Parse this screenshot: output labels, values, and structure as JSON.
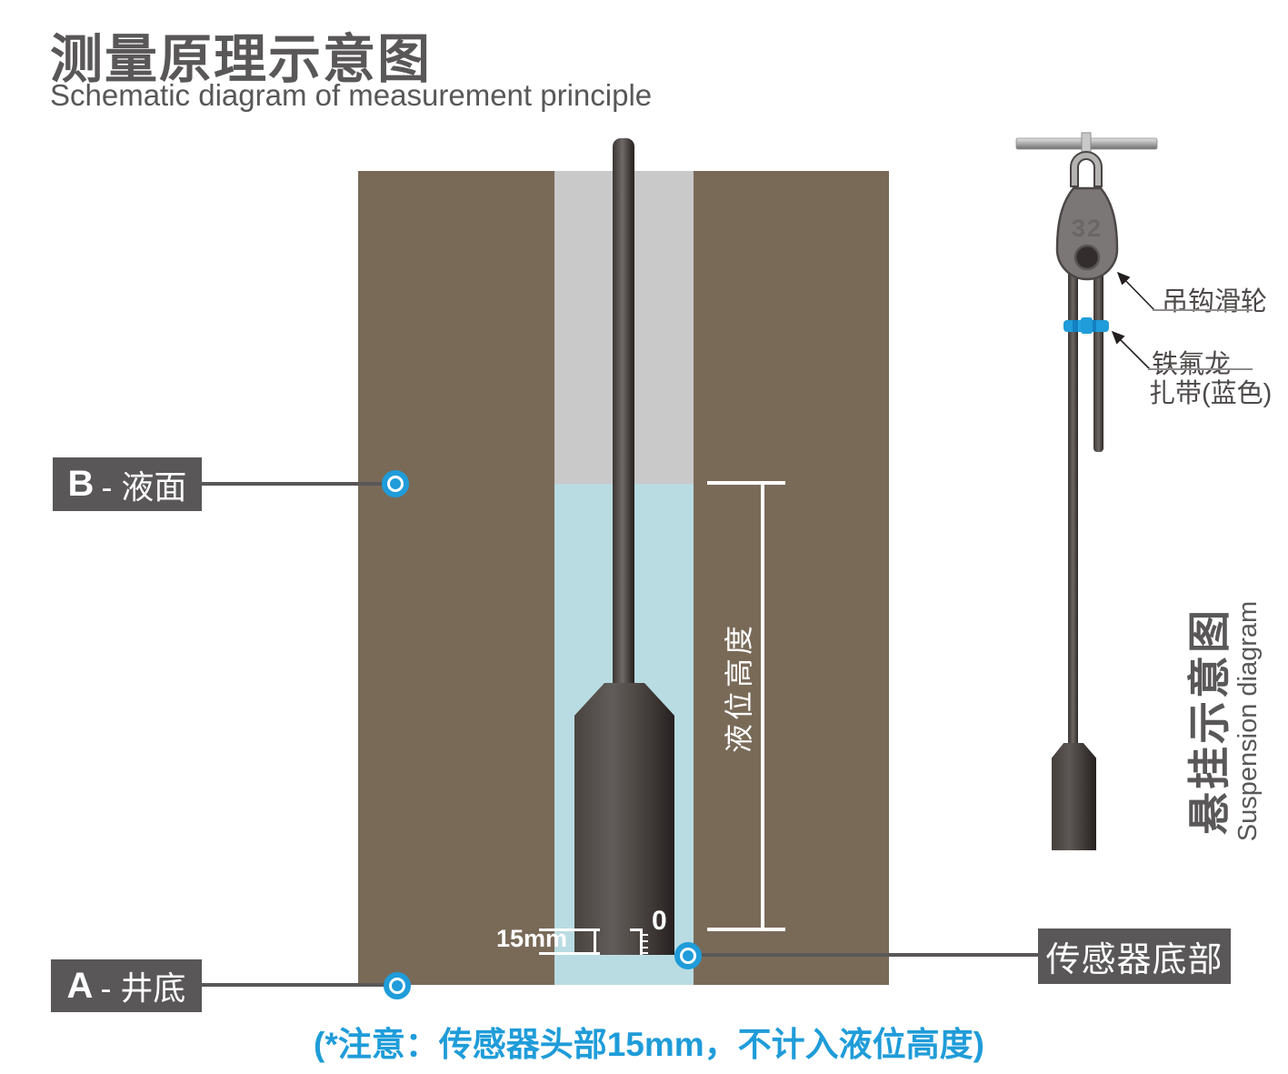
{
  "header": {
    "title_zh": "测量原理示意图",
    "title_en": "Schematic diagram of measurement principle"
  },
  "main_diagram": {
    "label_liquid_surface": {
      "letter": "B",
      "rest": "- 液面"
    },
    "label_well_bottom": {
      "letter": "A",
      "rest": "- 井底"
    },
    "label_sensor_bottom": "传感器底部",
    "label_level_height": "液位高度",
    "label_head_offset": "15mm",
    "label_scale_zero": "0"
  },
  "suspension": {
    "title_zh": "悬挂示意图",
    "title_en": "Suspension diagram",
    "pulley_marking": "32",
    "label_pulley": "吊钩滑轮",
    "label_tie_line1": "铁氟龙",
    "label_tie_line2": "扎带(蓝色)"
  },
  "footnote": "(*注意：传感器头部15mm，不计入液位高度)",
  "colors": {
    "accent_blue": "#1f9cd9",
    "soil_brown": "#796a58",
    "bore_gray": "#c9c9c9",
    "water_blue": "#b9dce2",
    "dark_gray": "#595757"
  }
}
